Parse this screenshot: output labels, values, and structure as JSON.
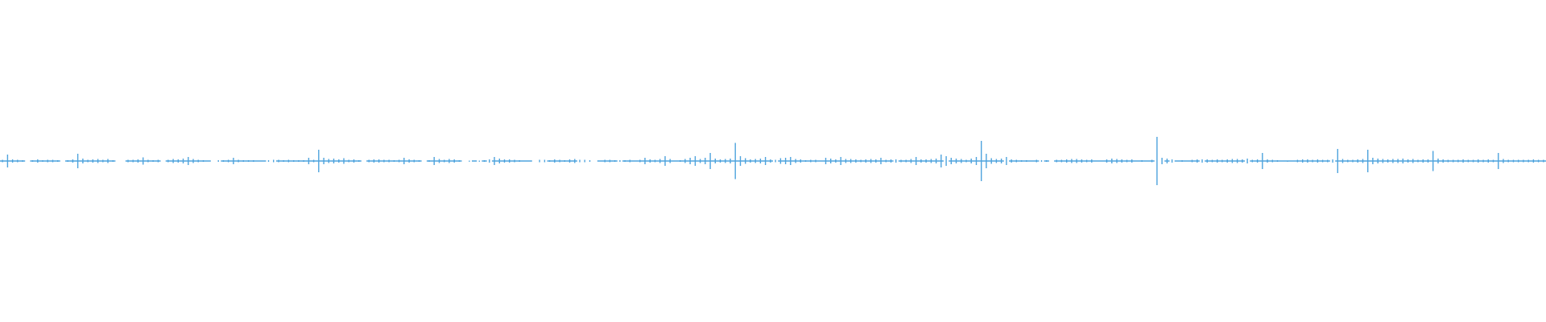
{
  "waveform": {
    "color": "#4ea3dd",
    "amplitude": [
      0.03,
      0.16,
      0.04,
      0.03,
      0.02,
      0,
      0.02,
      0.04,
      0.02,
      0.03,
      0.03,
      0.02,
      0,
      0.02,
      0.04,
      0.18,
      0.06,
      0.03,
      0.04,
      0.05,
      0.03,
      0.05,
      0.02,
      0,
      0,
      0.03,
      0.03,
      0.04,
      0.09,
      0.03,
      0.02,
      0.03,
      0,
      0.03,
      0.05,
      0.04,
      0.06,
      0.1,
      0.05,
      0.03,
      0.02,
      0,
      0,
      0.02,
      0.02,
      0.03,
      0.08,
      0.03,
      0.02,
      0.02,
      0.02,
      0,
      0,
      0.02,
      0.03,
      0.03,
      0.02,
      0.03,
      0.02,
      0.02,
      0.02,
      0.08,
      0.03,
      0.28,
      0.08,
      0.05,
      0.06,
      0.04,
      0.07,
      0.03,
      0.04,
      0.02,
      0,
      0.03,
      0.04,
      0.04,
      0.03,
      0.03,
      0.02,
      0.03,
      0.08,
      0.04,
      0.03,
      0.02,
      0,
      0.02,
      0.1,
      0.05,
      0.03,
      0.05,
      0.04,
      0.02,
      0,
      0.01,
      0,
      0.01,
      0.02,
      0.04,
      0.1,
      0.06,
      0.04,
      0.04,
      0.03,
      0.02,
      0,
      0,
      0,
      0.03,
      0.03,
      0.02,
      0.04,
      0.03,
      0.02,
      0.04,
      0.05,
      0.03,
      0.03,
      0.02,
      0,
      0,
      0.03,
      0.03,
      0.02,
      0.02,
      0.02,
      0.03,
      0,
      0.03,
      0.08,
      0.04,
      0.03,
      0.05,
      0.12,
      0.05,
      0,
      0.02,
      0.05,
      0.08,
      0.12,
      0.05,
      0.08,
      0.2,
      0.06,
      0.04,
      0.05,
      0.06,
      0.45,
      0.12,
      0.07,
      0.04,
      0.05,
      0.06,
      0.1,
      0.04,
      0.03,
      0.07,
      0.08,
      0.1,
      0.05,
      0.04,
      0.02,
      0.03,
      0.03,
      0,
      0.08,
      0.06,
      0.04,
      0.1,
      0.05,
      0.05,
      0.04,
      0.03,
      0.04,
      0.05,
      0.04,
      0.08,
      0.03,
      0.04,
      0.04,
      0.03,
      0.03,
      0.05,
      0.1,
      0.04,
      0.04,
      0.05,
      0.06,
      0.16,
      0.12,
      0.08,
      0.06,
      0.05,
      0.03,
      0.06,
      0.1,
      0.5,
      0.18,
      0.07,
      0.05,
      0.06,
      0.1,
      0.04,
      0.03,
      0.02,
      0.02,
      0,
      0.03,
      0.02,
      0.02,
      0,
      0.03,
      0.03,
      0.04,
      0.05,
      0.05,
      0.04,
      0.03,
      0.04,
      0,
      0,
      0.04,
      0.06,
      0.05,
      0.04,
      0.03,
      0.04,
      0,
      0.02,
      0,
      0.03,
      0.6,
      0.08,
      0.06,
      0.04,
      0,
      0.02,
      0,
      0.03,
      0.04,
      0.04,
      0.04,
      0.03,
      0.04,
      0.03,
      0.04,
      0.05,
      0.05,
      0.04,
      0.06,
      0.03,
      0.04,
      0.2,
      0.04,
      0.03,
      0.02,
      0,
      0.01,
      0,
      0.03,
      0.04,
      0.04,
      0.03,
      0.04,
      0.03,
      0.03,
      0.04,
      0.3,
      0.05,
      0.03,
      0.03,
      0.04,
      0.05,
      0.28,
      0.08,
      0.06,
      0.05,
      0.04,
      0.05,
      0.05,
      0.06,
      0.04,
      0.05,
      0.03,
      0.04,
      0.04,
      0.25,
      0.06,
      0.04,
      0.03,
      0.03,
      0.03,
      0.04,
      0.03,
      0.03,
      0.04,
      0.03,
      0.04,
      0.03,
      0.2,
      0.05,
      0.03,
      0.03,
      0.03,
      0.03,
      0.03,
      0.04,
      0.03,
      0.03
    ],
    "segment_breaks": [
      5,
      12,
      23,
      24,
      32,
      42,
      43,
      53,
      54,
      72,
      84,
      92,
      93,
      95,
      97,
      106,
      107,
      108,
      115,
      116,
      117,
      118,
      123,
      154,
      178,
      188,
      200,
      207,
      209,
      230,
      231,
      233,
      239,
      248,
      265
    ]
  }
}
